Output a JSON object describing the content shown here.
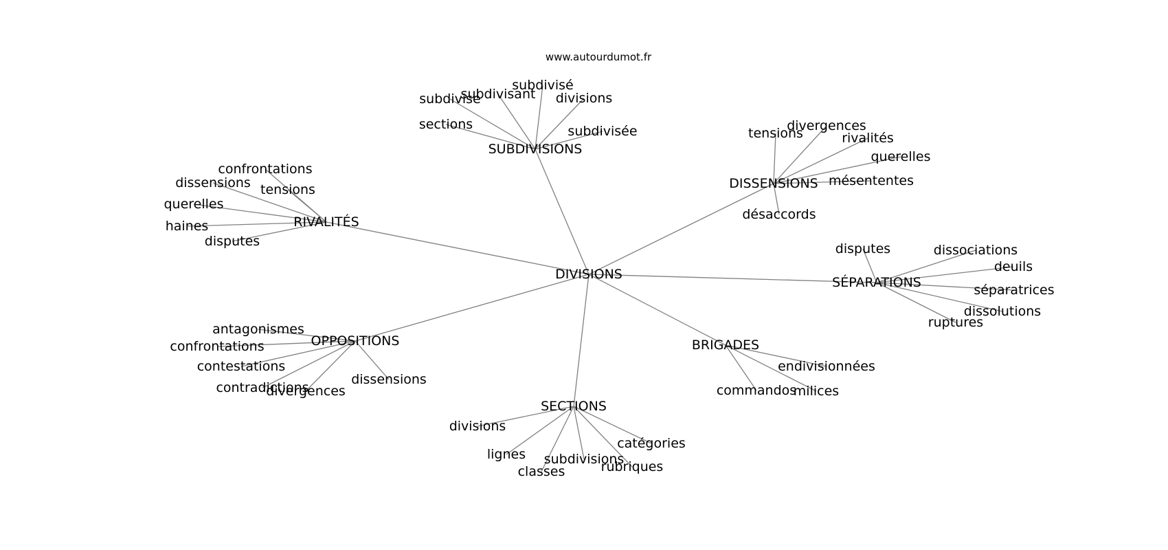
{
  "source": "www.autourdumot.fr",
  "colors": {
    "edge": "#808080",
    "text": "#000000",
    "background": "#ffffff"
  },
  "graph": {
    "root": "DIVISIONS",
    "branches": [
      {
        "label": "SUBDIVISIONS",
        "leaves": [
          "subdivisé",
          "subdivisant",
          "subdivise",
          "divisions",
          "sections",
          "subdivisée"
        ]
      },
      {
        "label": "DISSENSIONS",
        "leaves": [
          "divergences",
          "tensions",
          "rivalités",
          "querelles",
          "mésententes",
          "désaccords"
        ]
      },
      {
        "label": "RIVALITÉS",
        "leaves": [
          "confrontations",
          "dissensions",
          "tensions",
          "querelles",
          "haines",
          "disputes"
        ]
      },
      {
        "label": "SÉPARATIONS",
        "leaves": [
          "disputes",
          "dissociations",
          "deuils",
          "séparatrices",
          "dissolutions",
          "ruptures"
        ]
      },
      {
        "label": "OPPOSITIONS",
        "leaves": [
          "antagonismes",
          "confrontations",
          "contestations",
          "contradictions",
          "divergences",
          "dissensions"
        ]
      },
      {
        "label": "BRIGADES",
        "leaves": [
          "endivisionnées",
          "commandos",
          "milices"
        ]
      },
      {
        "label": "SECTIONS",
        "leaves": [
          "divisions",
          "lignes",
          "subdivisions",
          "classes",
          "catégories",
          "rubriques"
        ]
      }
    ]
  }
}
